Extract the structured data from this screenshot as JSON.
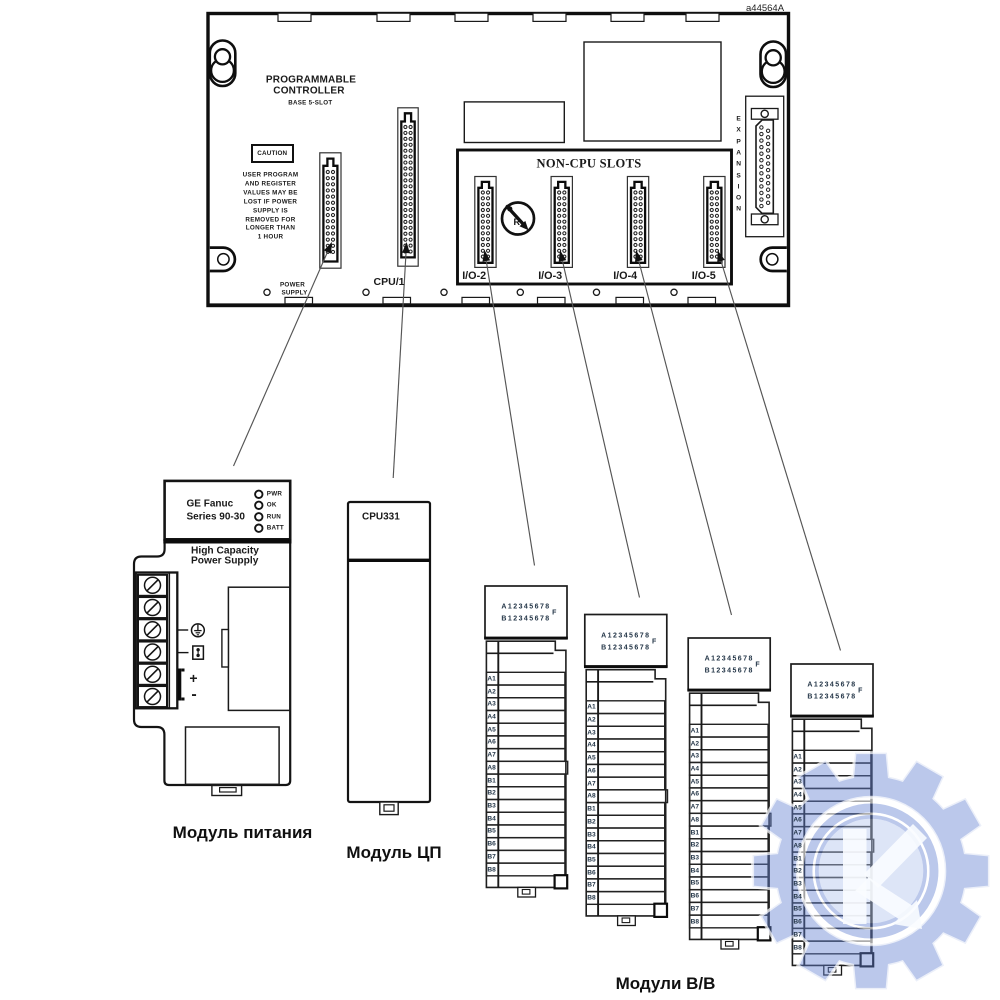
{
  "page": {
    "figure_id": "a44564A",
    "background_color": "#ffffff",
    "ink_color": "#1a1a1a",
    "small_text_color": "#1d3350"
  },
  "rack": {
    "title_line1": "PROGRAMMABLE",
    "title_line2": "CONTROLLER",
    "subtitle": "BASE 5-SLOT",
    "caution_label": "CAUTION",
    "caution_note_lines": [
      "USER PROGRAM",
      "AND REGISTER",
      "VALUES MAY BE",
      "LOST IF POWER",
      "SUPPLY IS",
      "REMOVED FOR",
      "LONGER THAN",
      "1 HOUR"
    ],
    "power_supply_slot_label_line1": "POWER",
    "power_supply_slot_label_line2": "SUPPLY",
    "cpu_slot_label": "CPU/1",
    "non_cpu_box_title": "NON-CPU SLOTS",
    "io_slot_labels": [
      "I/O-2",
      "I/O-3",
      "I/O-4",
      "I/O-5"
    ],
    "expansion_label": "EXPANSION"
  },
  "power_supply_module": {
    "brand_line1": "GE Fanuc",
    "brand_line2": "Series 90-30",
    "led_labels": [
      "PWR",
      "OK",
      "RUN",
      "BATT"
    ],
    "name_line1": "High Capacity",
    "name_line2": "Power Supply",
    "plus_label": "+",
    "minus_label": "-",
    "caption": "Модуль питания"
  },
  "cpu_module": {
    "model": "CPU331",
    "caption": "Модуль ЦП"
  },
  "io_modules": {
    "count": 4,
    "header_row_a": "A12345678",
    "header_row_b": "B12345678",
    "header_fuse": "F",
    "terminal_labels": [
      "A1",
      "A2",
      "A3",
      "A4",
      "A5",
      "A6",
      "A7",
      "A8",
      "B1",
      "B2",
      "B3",
      "B4",
      "B5",
      "B6",
      "B7",
      "B8"
    ],
    "caption": "Модули В/В"
  },
  "watermark": {
    "letter": "K",
    "color": "#6482d2"
  }
}
